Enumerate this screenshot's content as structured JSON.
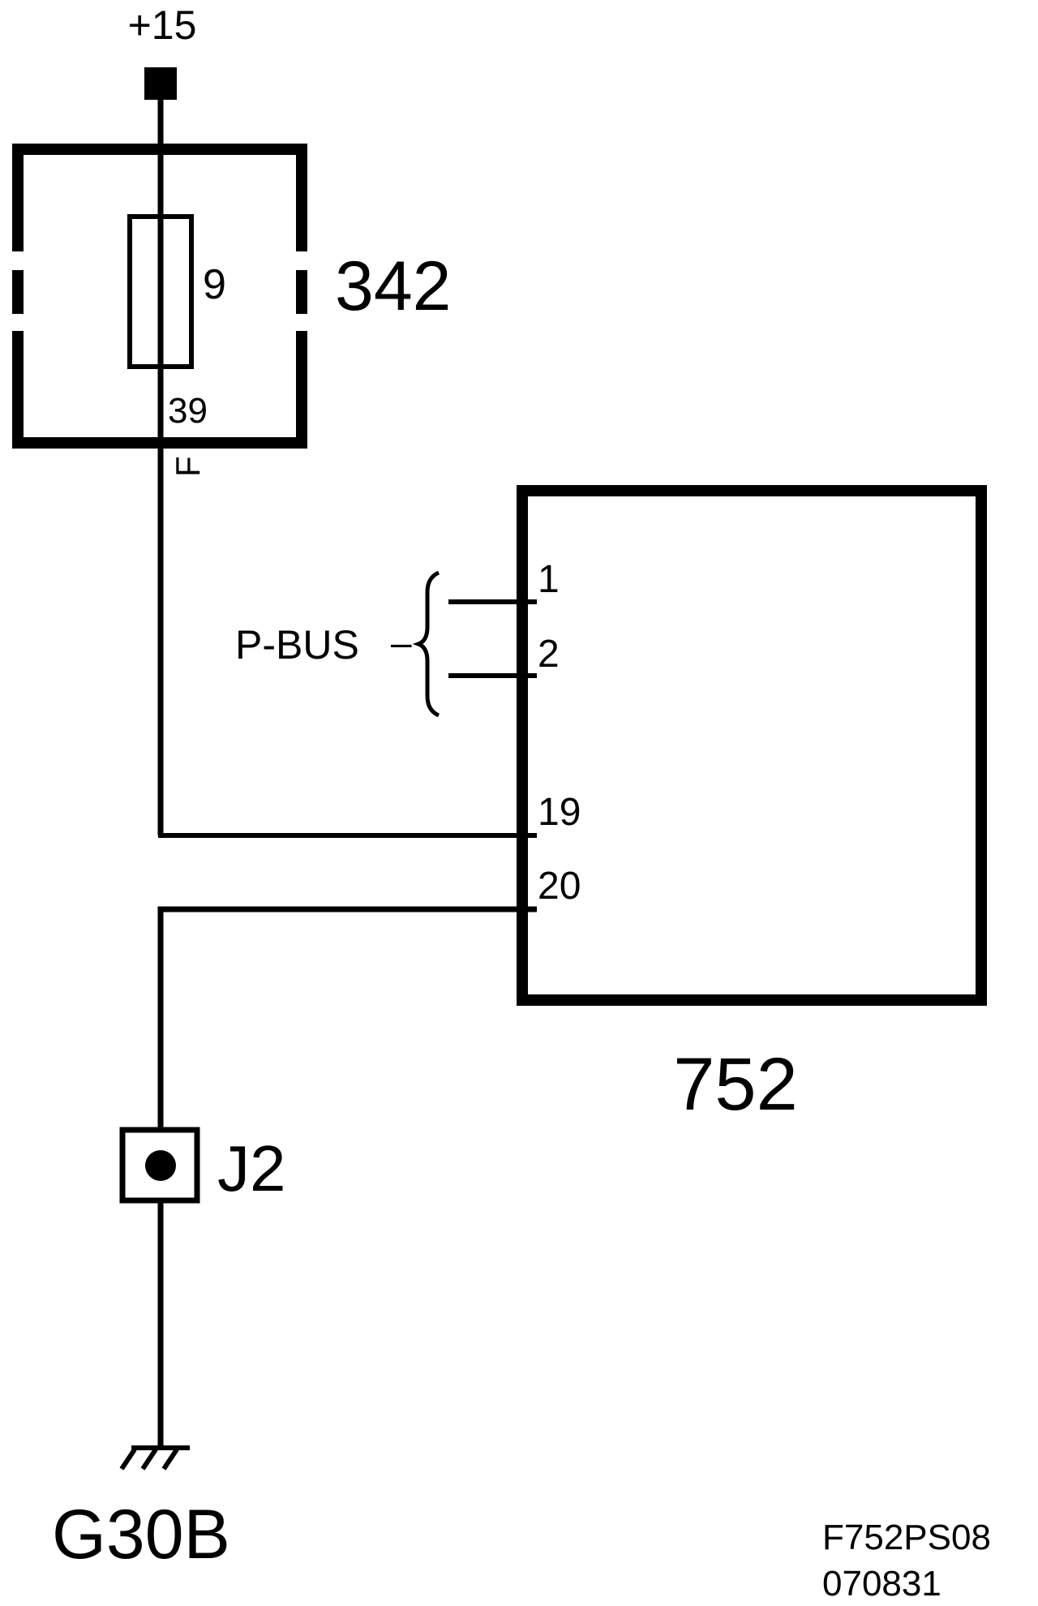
{
  "supply": {
    "label": "+15"
  },
  "fuse_box": {
    "id_label": "342"
  },
  "fuse": {
    "number_label": "9",
    "terminal_label": "39",
    "connector_label": "F"
  },
  "control_module": {
    "id_label": "752"
  },
  "bus": {
    "label": "P-BUS",
    "dash": "–"
  },
  "pins": {
    "p1": "1",
    "p2": "2",
    "p19": "19",
    "p20": "20"
  },
  "splice": {
    "label": "J2"
  },
  "ground": {
    "label": "G30B"
  },
  "footer": {
    "code": "F752PS08",
    "date": "070831"
  }
}
